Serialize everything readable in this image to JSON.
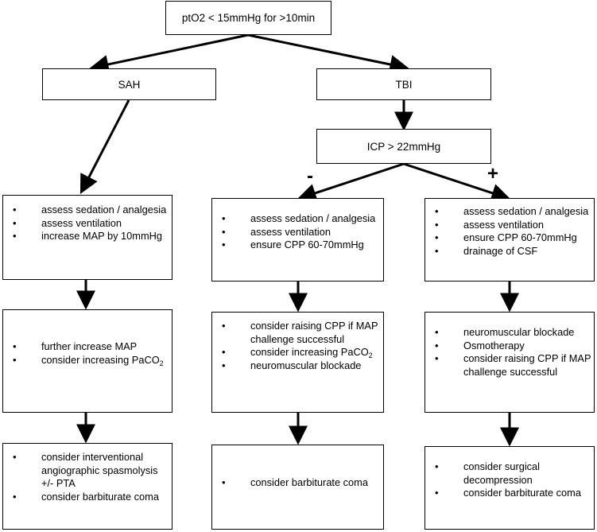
{
  "nodes": {
    "root": "ptO2 < 15mmHg for >10min",
    "sah": "SAH",
    "tbi": "TBI",
    "icp": "ICP > 22mmHg"
  },
  "signs": {
    "negative": "-",
    "positive": "+"
  },
  "sah_branch": {
    "step1": [
      "assess sedation / analgesia",
      "assess ventilation",
      "increase MAP by 10mmHg"
    ],
    "step2": [
      "further increase MAP",
      "consider increasing PaCO2"
    ],
    "step3": [
      "consider interventional angiographic spasmolysis +/- PTA",
      "consider barbiturate coma"
    ]
  },
  "icp_negative_branch": {
    "step1": [
      "assess sedation / analgesia",
      "assess ventilation",
      "ensure CPP 60-70mmHg"
    ],
    "step2": [
      "consider raising CPP if MAP challenge successful",
      "consider increasing PaCO2",
      "neuromuscular blockade"
    ],
    "step3": [
      "consider  barbiturate coma"
    ]
  },
  "icp_positive_branch": {
    "step1": [
      "assess sedation / analgesia",
      "assess ventilation",
      "ensure CPP 60-70mmHg",
      "drainage of CSF"
    ],
    "step2": [
      "neuromuscular blockade",
      "Osmotherapy",
      "consider raising CPP if MAP challenge successful"
    ],
    "step3": [
      "consider surgical decompression",
      "consider barbiturate coma"
    ]
  }
}
